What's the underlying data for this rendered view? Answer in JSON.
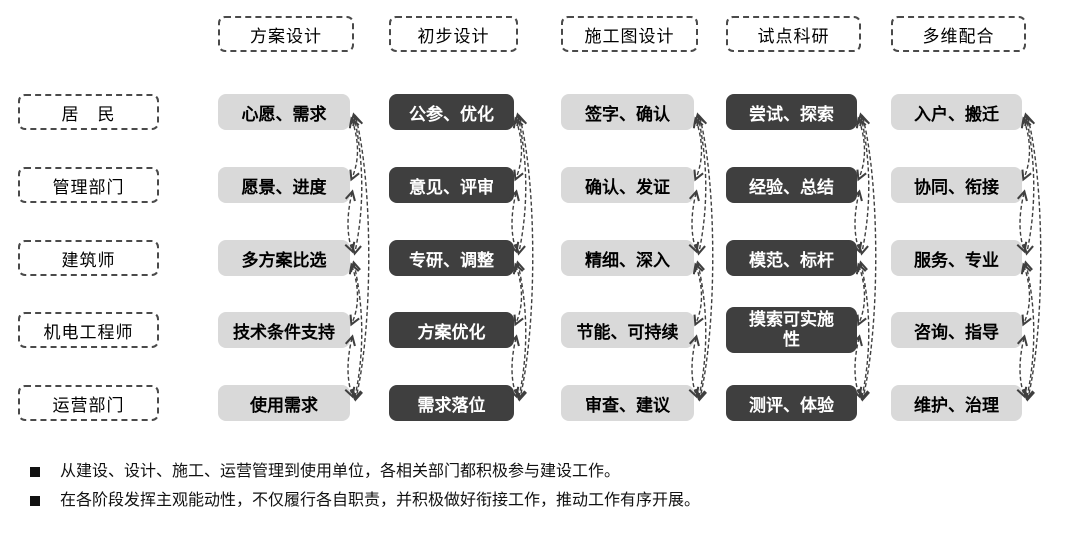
{
  "columns": [
    "方案设计",
    "初步设计",
    "施工图设计",
    "试点科研",
    "多维配合"
  ],
  "rows": [
    {
      "label": "居　民",
      "cells": [
        "心愿、需求",
        "公参、优化",
        "签字、确认",
        "尝试、探索",
        "入户、搬迁"
      ]
    },
    {
      "label": "管理部门",
      "cells": [
        "愿景、进度",
        "意见、评审",
        "确认、发证",
        "经验、总结",
        "协同、衔接"
      ]
    },
    {
      "label": "建筑师",
      "cells": [
        "多方案比选",
        "专研、调整",
        "精细、深入",
        "模范、标杆",
        "服务、专业"
      ]
    },
    {
      "label": "机电工程师",
      "cells": [
        "技术条件支持",
        "方案优化",
        "节能、可持续",
        "摸索可实施性",
        "咨询、指导"
      ]
    },
    {
      "label": "运营部门",
      "cells": [
        "使用需求",
        "需求落位",
        "审查、建议",
        "测评、体验",
        "维护、治理"
      ]
    }
  ],
  "notes": [
    "从建设、设计、施工、运营管理到使用单位，各相关部门都积极参与建设工作。",
    "在各阶段发挥主观能动性，不仅履行各自职责，并积极做好衔接工作，推动工作有序开展。"
  ],
  "colors": {
    "dark_cell": "#3f3f3f",
    "light_cell": "#d9d9d9",
    "dashed_border": "#4a4a4a",
    "text_dark": "#000000",
    "text_light": "#ffffff"
  }
}
